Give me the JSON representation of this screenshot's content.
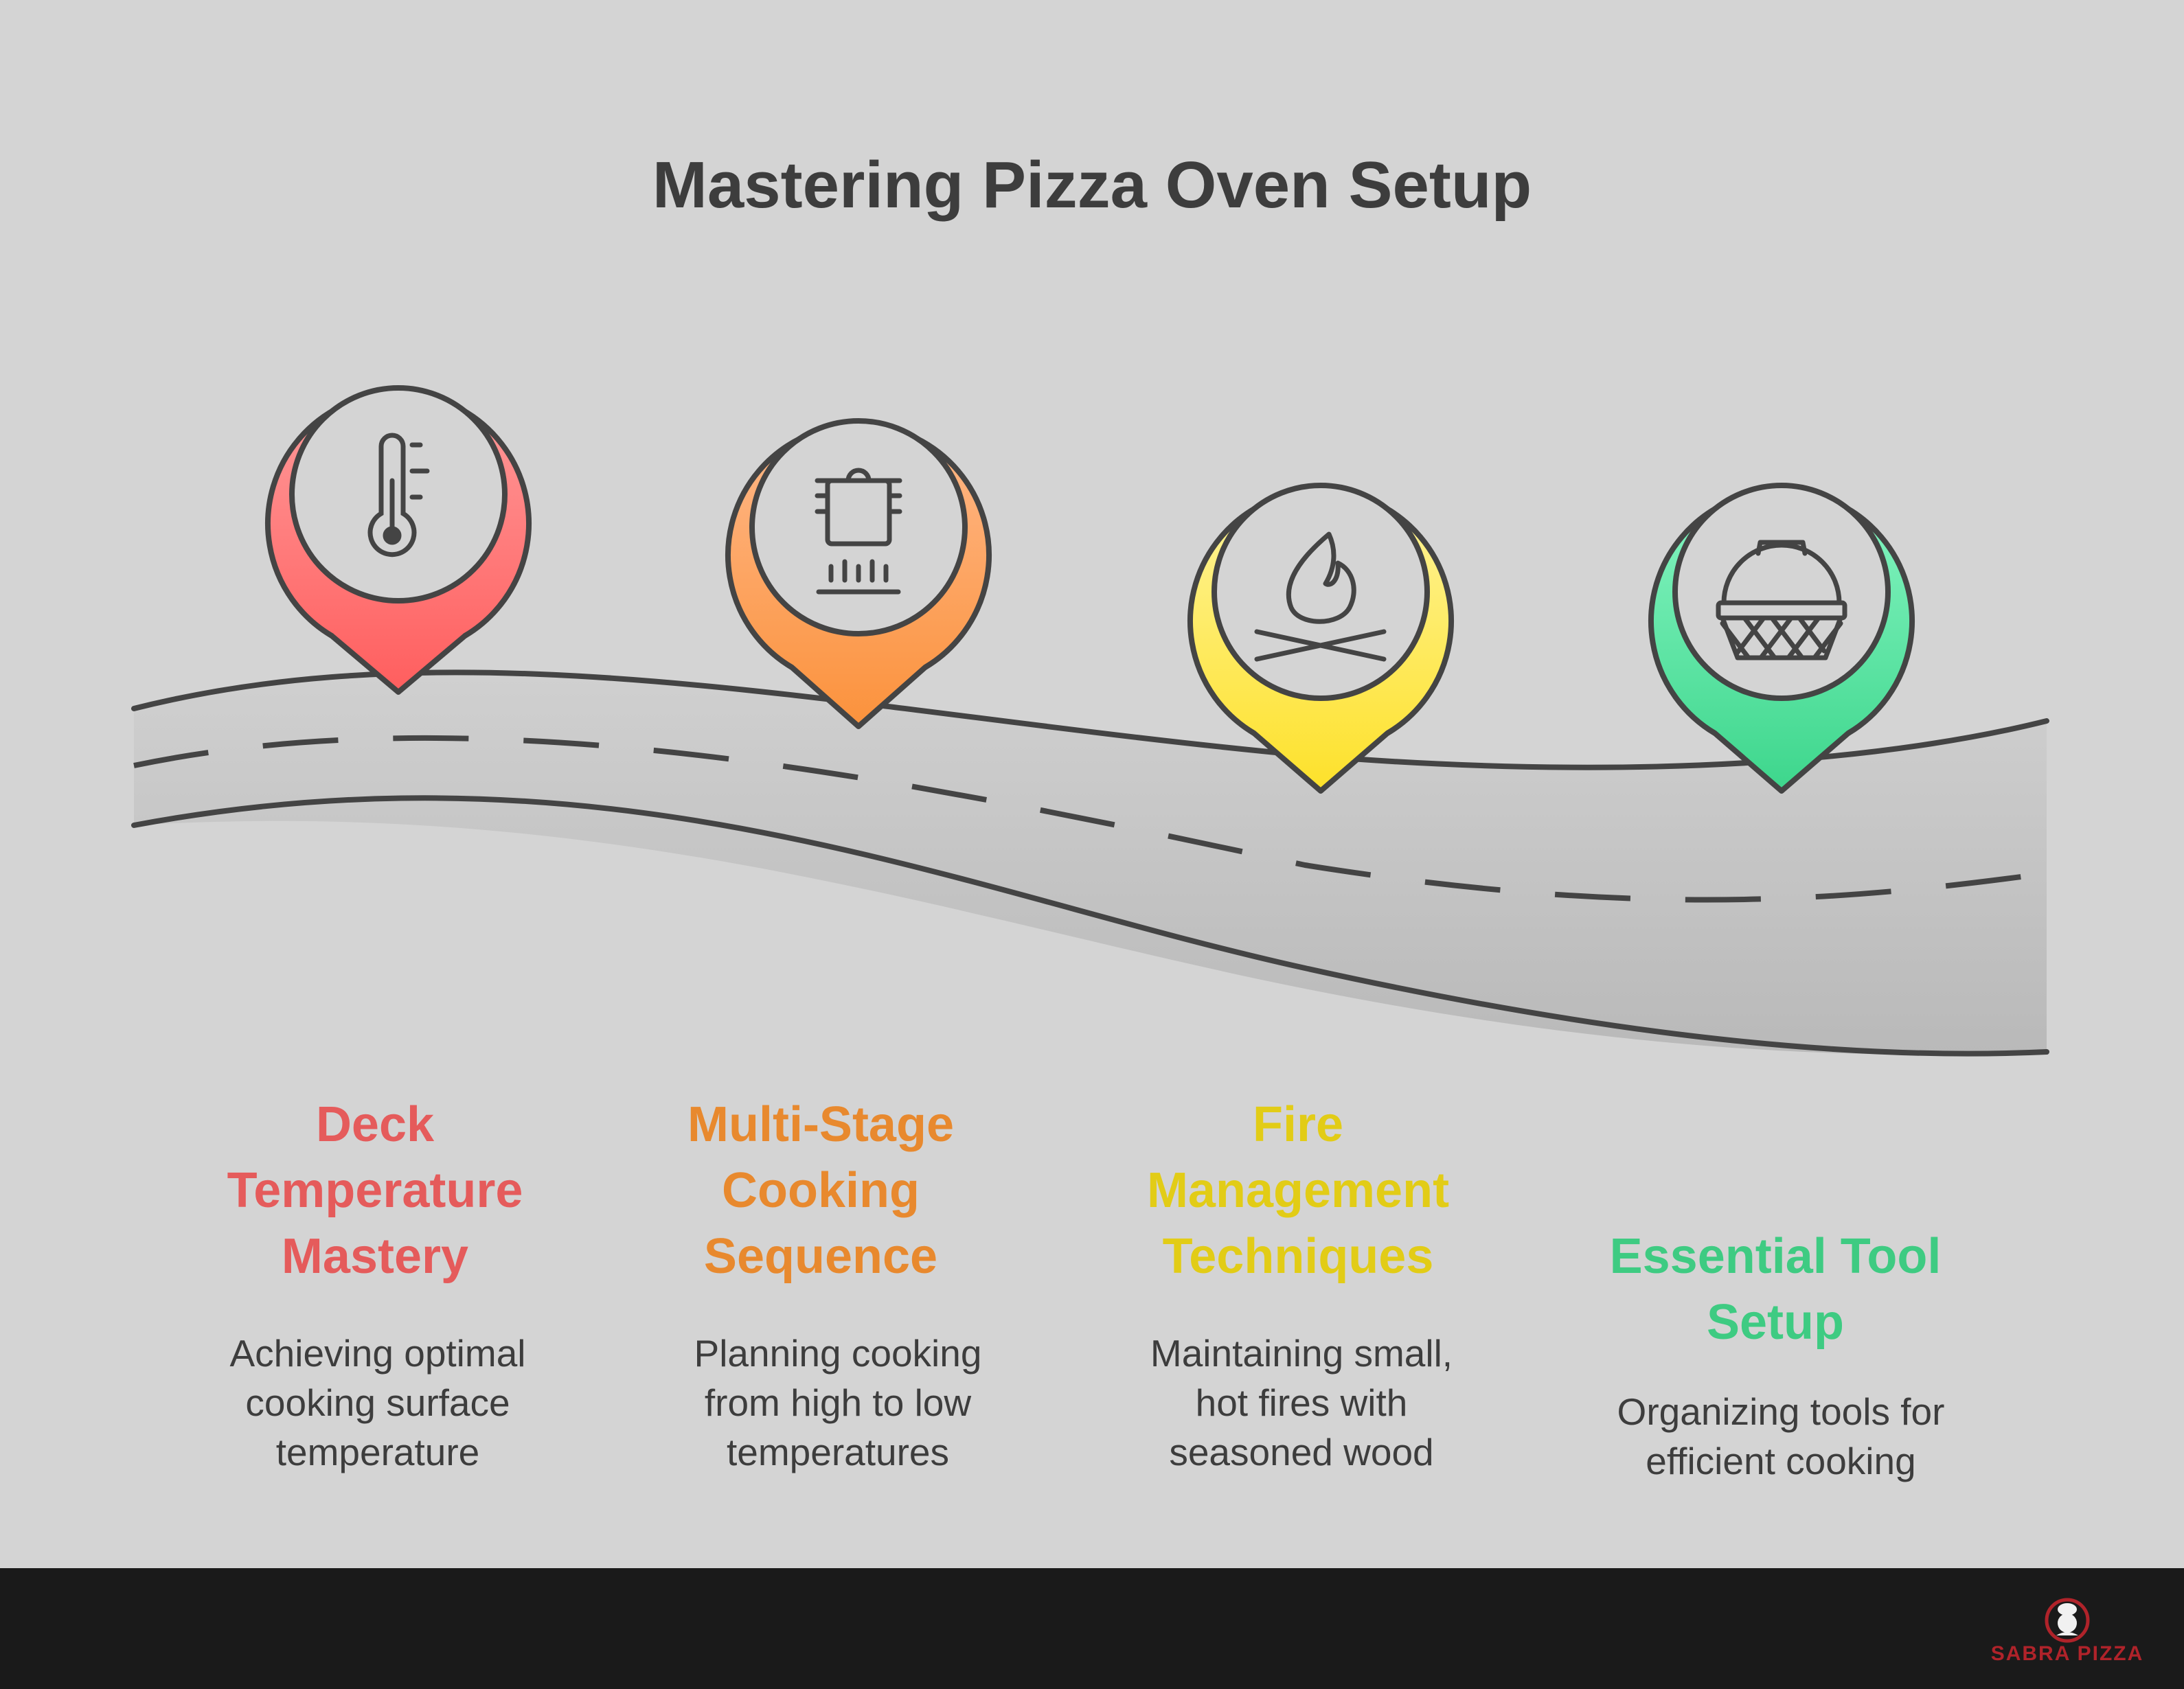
{
  "title": "Mastering Pizza Oven Setup",
  "steps": [
    {
      "title": "Deck\nTemperature\nMastery",
      "description": "Achieving optimal\ncooking surface\ntemperature",
      "icon": "thermometer-icon",
      "color": "#e55b5b"
    },
    {
      "title": "Multi-Stage\nCooking\nSequence",
      "description": "Planning cooking\nfrom high to low\ntemperatures",
      "icon": "cooking-pot-icon",
      "color": "#e8892e"
    },
    {
      "title": "Fire\nManagement\nTechniques",
      "description": "Maintaining small,\nhot fires with\nseasoned wood",
      "icon": "campfire-icon",
      "color": "#e2cc16"
    },
    {
      "title": "Essential Tool\nSetup",
      "description": "Organizing tools for\nefficient cooking",
      "icon": "basket-icon",
      "color": "#3ecb82"
    }
  ],
  "footer": {
    "brand_name": "SABRA PIZZA"
  }
}
